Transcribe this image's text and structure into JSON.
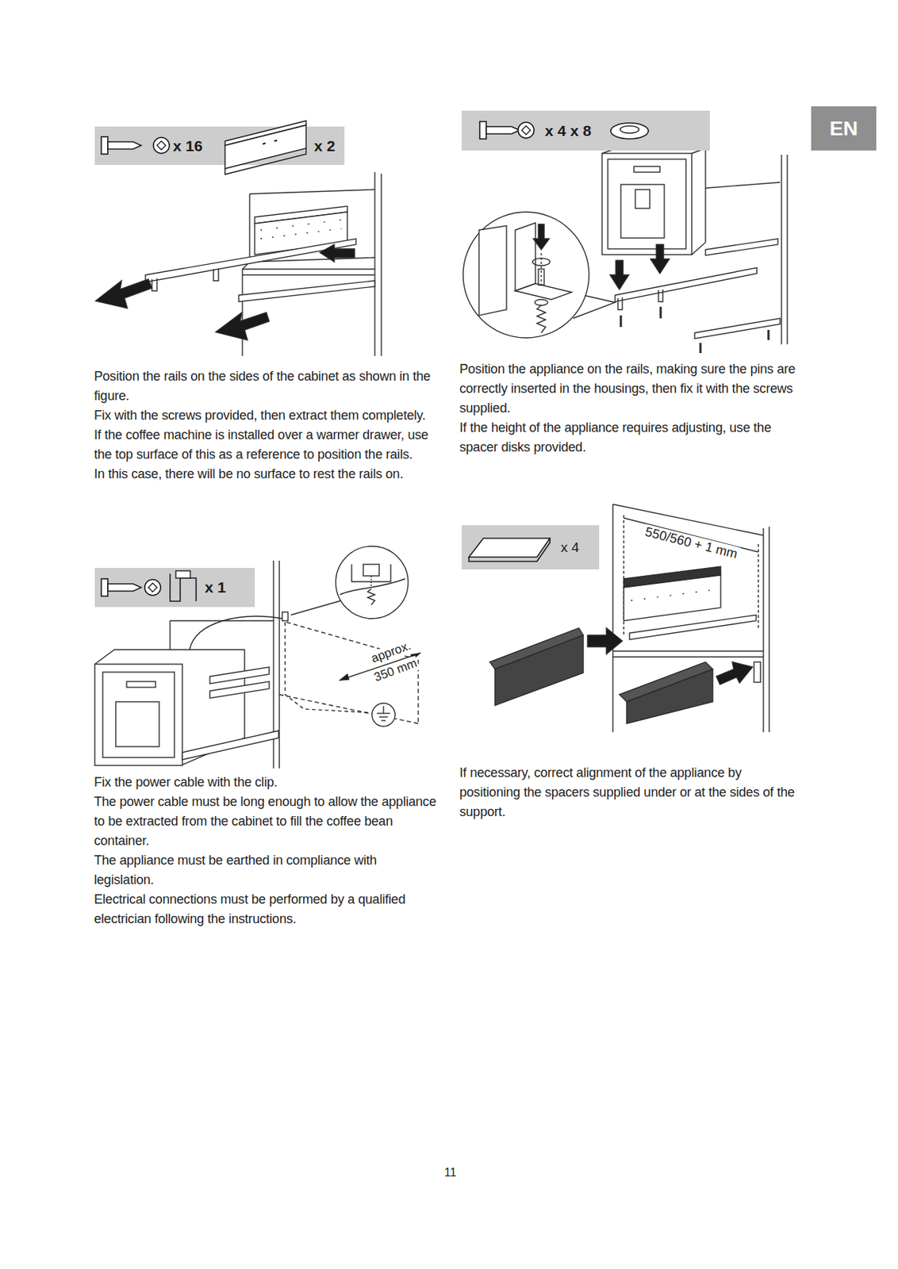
{
  "diagram": {
    "nodes": [
      {
        "text": [
          "x 16",
          "x 2"
        ]
      },
      {
        "text": [
          "x 4 x 8"
        ]
      },
      {
        "text": [
          "EN"
        ]
      },
      {
        "text": [
          "x 1"
        ]
      },
      {
        "text": [
          "x 4"
        ]
      }
    ],
    "labels": [
      "Position the rails on the sides of the cabinet as shown in the figure.",
      "Fix with the screws provided, then extract them completely.",
      "If the coffee machine is installed over a warmer drawer, use the top surface of this as a reference to position the rails.",
      "In this case, there will be no surface to rest the rails on.",
      "Position the appliance on the rails, making sure the pins are correctly inserted in the housings, then fix it with the screws supplied.",
      "If the height of the appliance requires adjusting, use the spacer disks provided.",
      "approx.",
      "350 mm",
      "550/560 + 1 mm",
      "Fix the power cable with the clip.",
      "The power cable must be long enough to allow the appliance to be extracted from the cabinet to fill the coffee bean container.",
      "The appliance must be earthed in compliance with legislation.",
      "Electrical connections must be performed by a qualified electrician following the instructions.",
      "If necessary, correct alignment of the appliance by positioning the spacers supplied under or at the sides of the support.",
      "11"
    ]
  }
}
